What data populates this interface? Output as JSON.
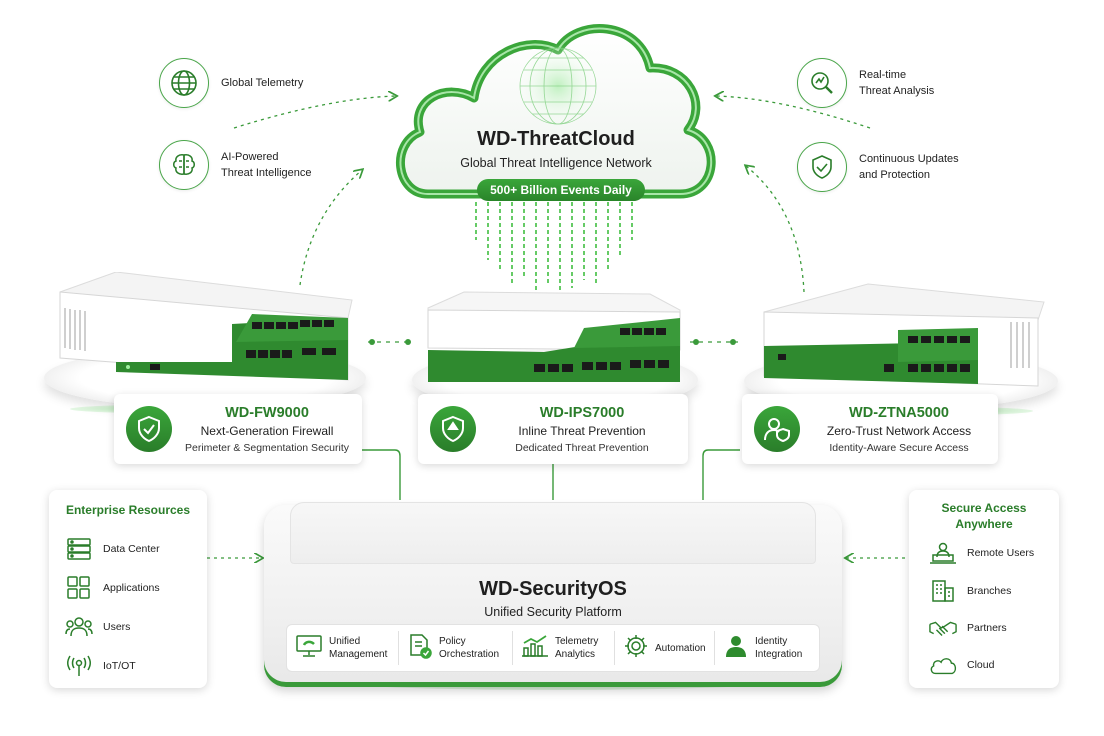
{
  "cloud": {
    "title": "WD-ThreatCloud",
    "subtitle": "Global Threat Intelligence Network",
    "badge": "500+ Billion Events Daily"
  },
  "features": [
    {
      "label": "Global Telemetry",
      "icon": "globe-icon"
    },
    {
      "label": "AI-Powered\nThreat Intelligence",
      "icon": "brain-icon"
    },
    {
      "label": "Real-time\nThreat Analysis",
      "icon": "chart-magnifier-icon"
    },
    {
      "label": "Continuous Updates\nand Protection",
      "icon": "shield-refresh-icon"
    }
  ],
  "devices": [
    {
      "name": "WD-FW9000",
      "role": "Next-Generation Firewall",
      "detail": "Perimeter & Segmentation Security",
      "icon": "shield-check-icon"
    },
    {
      "name": "WD-IPS7000",
      "role": "Inline Threat Prevention",
      "detail": "Dedicated Threat Prevention",
      "icon": "shield-icon"
    },
    {
      "name": "WD-ZTNA5000",
      "role": "Zero-Trust Network Access",
      "detail": "Identity-Aware Secure Access",
      "icon": "user-shield-icon"
    }
  ],
  "enterprise": {
    "title": "Enterprise Resources",
    "items": [
      {
        "label": "Data Center",
        "icon": "server-icon"
      },
      {
        "label": "Applications",
        "icon": "apps-grid-icon"
      },
      {
        "label": "Users",
        "icon": "users-icon"
      },
      {
        "label": "IoT/OT",
        "icon": "iot-icon"
      }
    ]
  },
  "access": {
    "title": "Secure Access\nAnywhere",
    "items": [
      {
        "label": "Remote Users",
        "icon": "laptop-user-icon"
      },
      {
        "label": "Branches",
        "icon": "building-icon"
      },
      {
        "label": "Partners",
        "icon": "handshake-icon"
      },
      {
        "label": "Cloud",
        "icon": "cloud-icon"
      }
    ]
  },
  "platform": {
    "title": "WD-SecurityOS",
    "subtitle": "Unified Security Platform",
    "modules": [
      {
        "label": "Unified\nManagement",
        "icon": "monitor-icon"
      },
      {
        "label": "Policy\nOrchestration",
        "icon": "policy-doc-icon"
      },
      {
        "label": "Telemetry\nAnalytics",
        "icon": "bar-chart-icon"
      },
      {
        "label": "Automation",
        "icon": "gear-icon"
      },
      {
        "label": "Identity\nIntegration",
        "icon": "person-icon"
      }
    ]
  },
  "colors": {
    "accent": "#2e8b2e",
    "accent_light": "#7bd67b"
  }
}
